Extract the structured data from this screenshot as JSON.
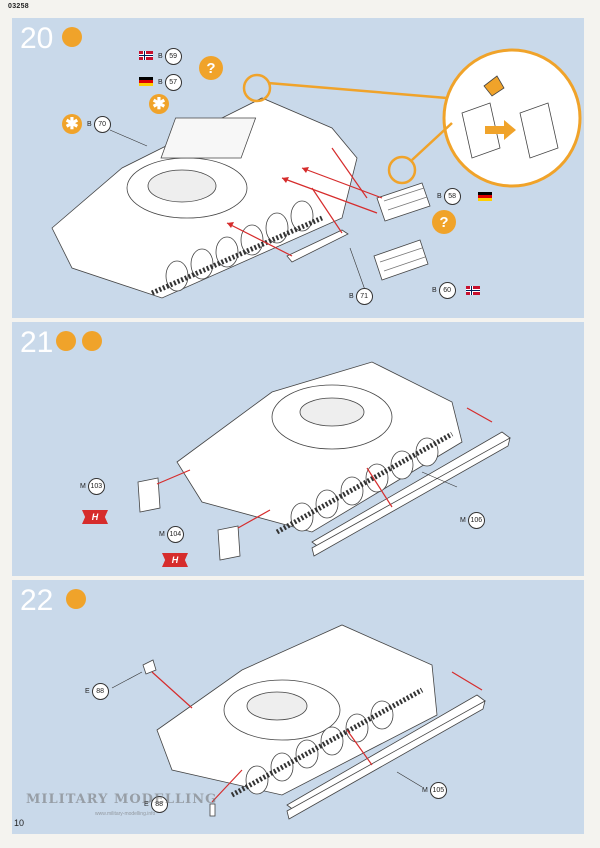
{
  "header": {
    "code": "03258"
  },
  "footer": {
    "page_number": "10"
  },
  "watermark": {
    "text": "MILITARY MODELLING",
    "url": "www.military-modelling.info"
  },
  "steps": [
    {
      "number": "20",
      "parts": [
        {
          "prefix": "B",
          "id": "59",
          "flag": "norway"
        },
        {
          "prefix": "B",
          "id": "57",
          "flag": "germany"
        },
        {
          "prefix": "B",
          "id": "70"
        },
        {
          "prefix": "B",
          "id": "58",
          "flag": "germany"
        },
        {
          "prefix": "B",
          "id": "71"
        },
        {
          "prefix": "B",
          "id": "60",
          "flag": "norway"
        }
      ],
      "icons": [
        "glue-icon",
        "question-icon",
        "asterisk-icon",
        "magnifier-detail-icon"
      ]
    },
    {
      "number": "21",
      "parts": [
        {
          "prefix": "M",
          "id": "103",
          "badge": "H"
        },
        {
          "prefix": "M",
          "id": "104",
          "badge": "H"
        },
        {
          "prefix": "M",
          "id": "106"
        }
      ],
      "icons": [
        "glue-icon",
        "paint-brush-icon"
      ]
    },
    {
      "number": "22",
      "parts": [
        {
          "prefix": "E",
          "id": "88"
        },
        {
          "prefix": "E",
          "id": "88"
        },
        {
          "prefix": "M",
          "id": "105"
        }
      ],
      "icons": [
        "glue-icon"
      ]
    }
  ],
  "colors": {
    "panel": "#c9d9ea",
    "accent": "#f0a32a",
    "arrow": "#d62c2c"
  }
}
